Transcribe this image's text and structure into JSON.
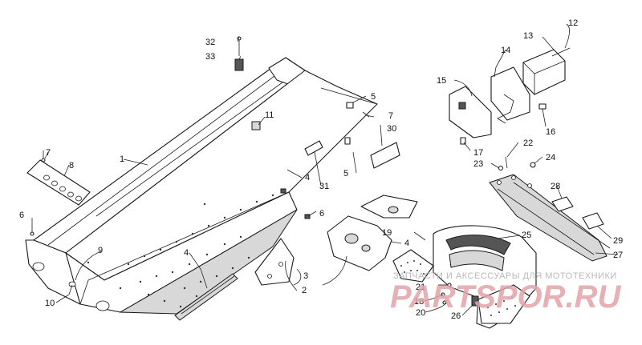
{
  "callouts": {
    "c1": "1",
    "c2": "2",
    "c3": "3",
    "c4a": "4",
    "c4b": "4",
    "c4c": "4",
    "c5a": "5",
    "c5b": "5",
    "c6a": "6",
    "c6b": "6",
    "c7a": "7",
    "c7b": "7",
    "c8": "8",
    "c9": "9",
    "c10": "10",
    "c11": "11",
    "c12": "12",
    "c13": "13",
    "c14": "14",
    "c15": "15",
    "c16": "16",
    "c17": "17",
    "c18": "18",
    "c19": "19",
    "c20": "20",
    "c21": "21",
    "c22": "22",
    "c23": "23",
    "c24": "24",
    "c25": "25",
    "c26": "26",
    "c27": "27",
    "c28": "28",
    "c29": "29",
    "c30": "30",
    "c31": "31",
    "c32": "32",
    "c33": "33"
  },
  "watermark": {
    "tagline": "ЗАПЧАСТИ И АКСЕССУАРЫ ДЛЯ МОТОТЕХНИКИ",
    "brand": "PARTSPOR.RU"
  },
  "colors": {
    "line": "#1a1a1a",
    "watermark_red": "#e3a3a8",
    "watermark_grey": "#b8b8b8"
  }
}
